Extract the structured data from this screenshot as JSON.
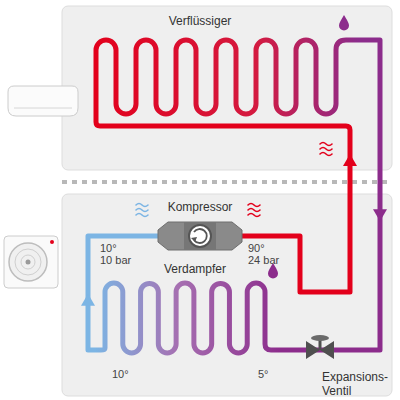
{
  "diagram": {
    "nodes": [
      {
        "text": [
          "Verflüssiger"
        ]
      },
      {
        "text": [
          "Kompressor"
        ]
      },
      {
        "text": [
          "Verdampfer"
        ]
      },
      {
        "text": [
          "Expansions- Ventil"
        ]
      }
    ],
    "edges": [
      {
        "from": 1,
        "to": 0,
        "arrow": "to"
      },
      {
        "from": 0,
        "to": 3,
        "arrow": "to"
      },
      {
        "from": 3,
        "to": 2,
        "arrow": "none"
      },
      {
        "from": 2,
        "to": 1,
        "arrow": "to"
      }
    ],
    "labels": [
      "10°",
      "10 bar",
      "90°",
      "24 bar",
      "10°",
      "5°"
    ]
  }
}
